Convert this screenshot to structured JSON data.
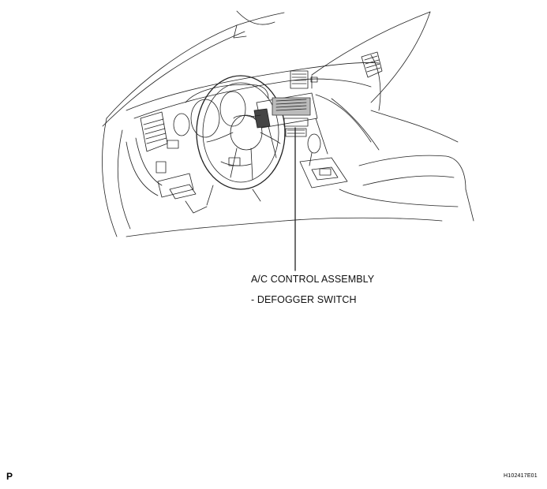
{
  "callout": {
    "component": "A/C CONTROL ASSEMBLY",
    "sub_component": "- DEFOGGER SWITCH"
  },
  "footer": {
    "corner_letter": "P",
    "figure_code": "H102417E01"
  },
  "colors": {
    "line": "#222222",
    "background": "#ffffff"
  }
}
